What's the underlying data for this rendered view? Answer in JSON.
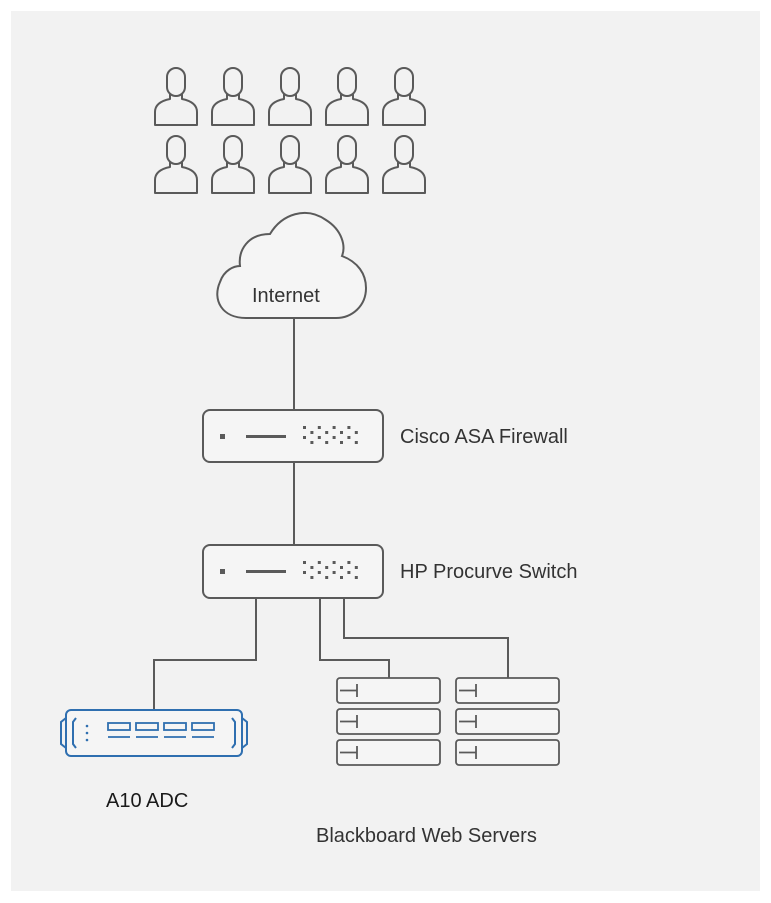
{
  "nodes": {
    "cloud": {
      "label": "Internet"
    },
    "firewall": {
      "label": "Cisco ASA Firewall"
    },
    "switch": {
      "label": "HP Procurve Switch"
    },
    "adc": {
      "label": "A10 ADC"
    },
    "servers": {
      "label": "Blackboard Web Servers"
    }
  },
  "users": {
    "count": 10
  },
  "colors": {
    "background": "#f2f2f2",
    "stroke": "#5a5a5a",
    "adc_accent": "#2f6fb0",
    "text": "#333333"
  }
}
